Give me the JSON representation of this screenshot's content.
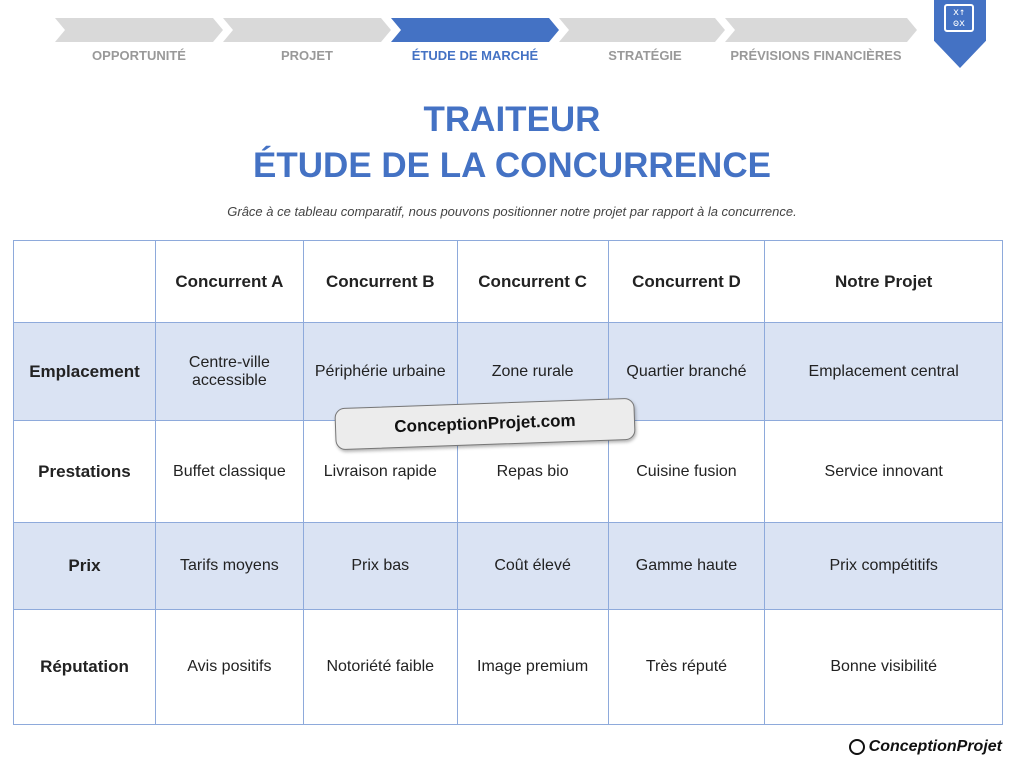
{
  "steps": [
    {
      "label": "OPPORTUNITÉ",
      "active": false
    },
    {
      "label": "PROJET",
      "active": false
    },
    {
      "label": "ÉTUDE DE MARCHÉ",
      "active": true
    },
    {
      "label": "STRATÉGIE",
      "active": false
    },
    {
      "label": "PRÉVISIONS FINANCIÈRES",
      "active": false
    }
  ],
  "badge_icon": "strategy-board-icon",
  "title_line1": "TRAITEUR",
  "title_line2": "ÉTUDE DE LA CONCURRENCE",
  "subtitle": "Grâce à ce tableau comparatif, nous pouvons positionner notre projet par rapport à la concurrence.",
  "table": {
    "headers": [
      "",
      "Concurrent A",
      "Concurrent B",
      "Concurrent C",
      "Concurrent D",
      "Notre Projet"
    ],
    "rows": [
      {
        "label": "Emplacement",
        "cells": [
          "Centre-ville accessible",
          "Périphérie urbaine",
          "Zone rurale",
          "Quartier branché",
          "Emplacement central"
        ]
      },
      {
        "label": "Prestations",
        "cells": [
          "Buffet classique",
          "Livraison rapide",
          "Repas bio",
          "Cuisine fusion",
          "Service innovant"
        ]
      },
      {
        "label": "Prix",
        "cells": [
          "Tarifs moyens",
          "Prix bas",
          "Coût élevé",
          "Gamme haute",
          "Prix compétitifs"
        ]
      },
      {
        "label": "Réputation",
        "cells": [
          "Avis positifs",
          "Notoriété faible",
          "Image premium",
          "Très réputé",
          "Bonne visibilité"
        ]
      }
    ]
  },
  "watermark": "ConceptionProjet.com",
  "logo": "ConceptionProjet",
  "colors": {
    "accent": "#4472c4",
    "shade": "#dae3f3",
    "border": "#8eaadb"
  }
}
